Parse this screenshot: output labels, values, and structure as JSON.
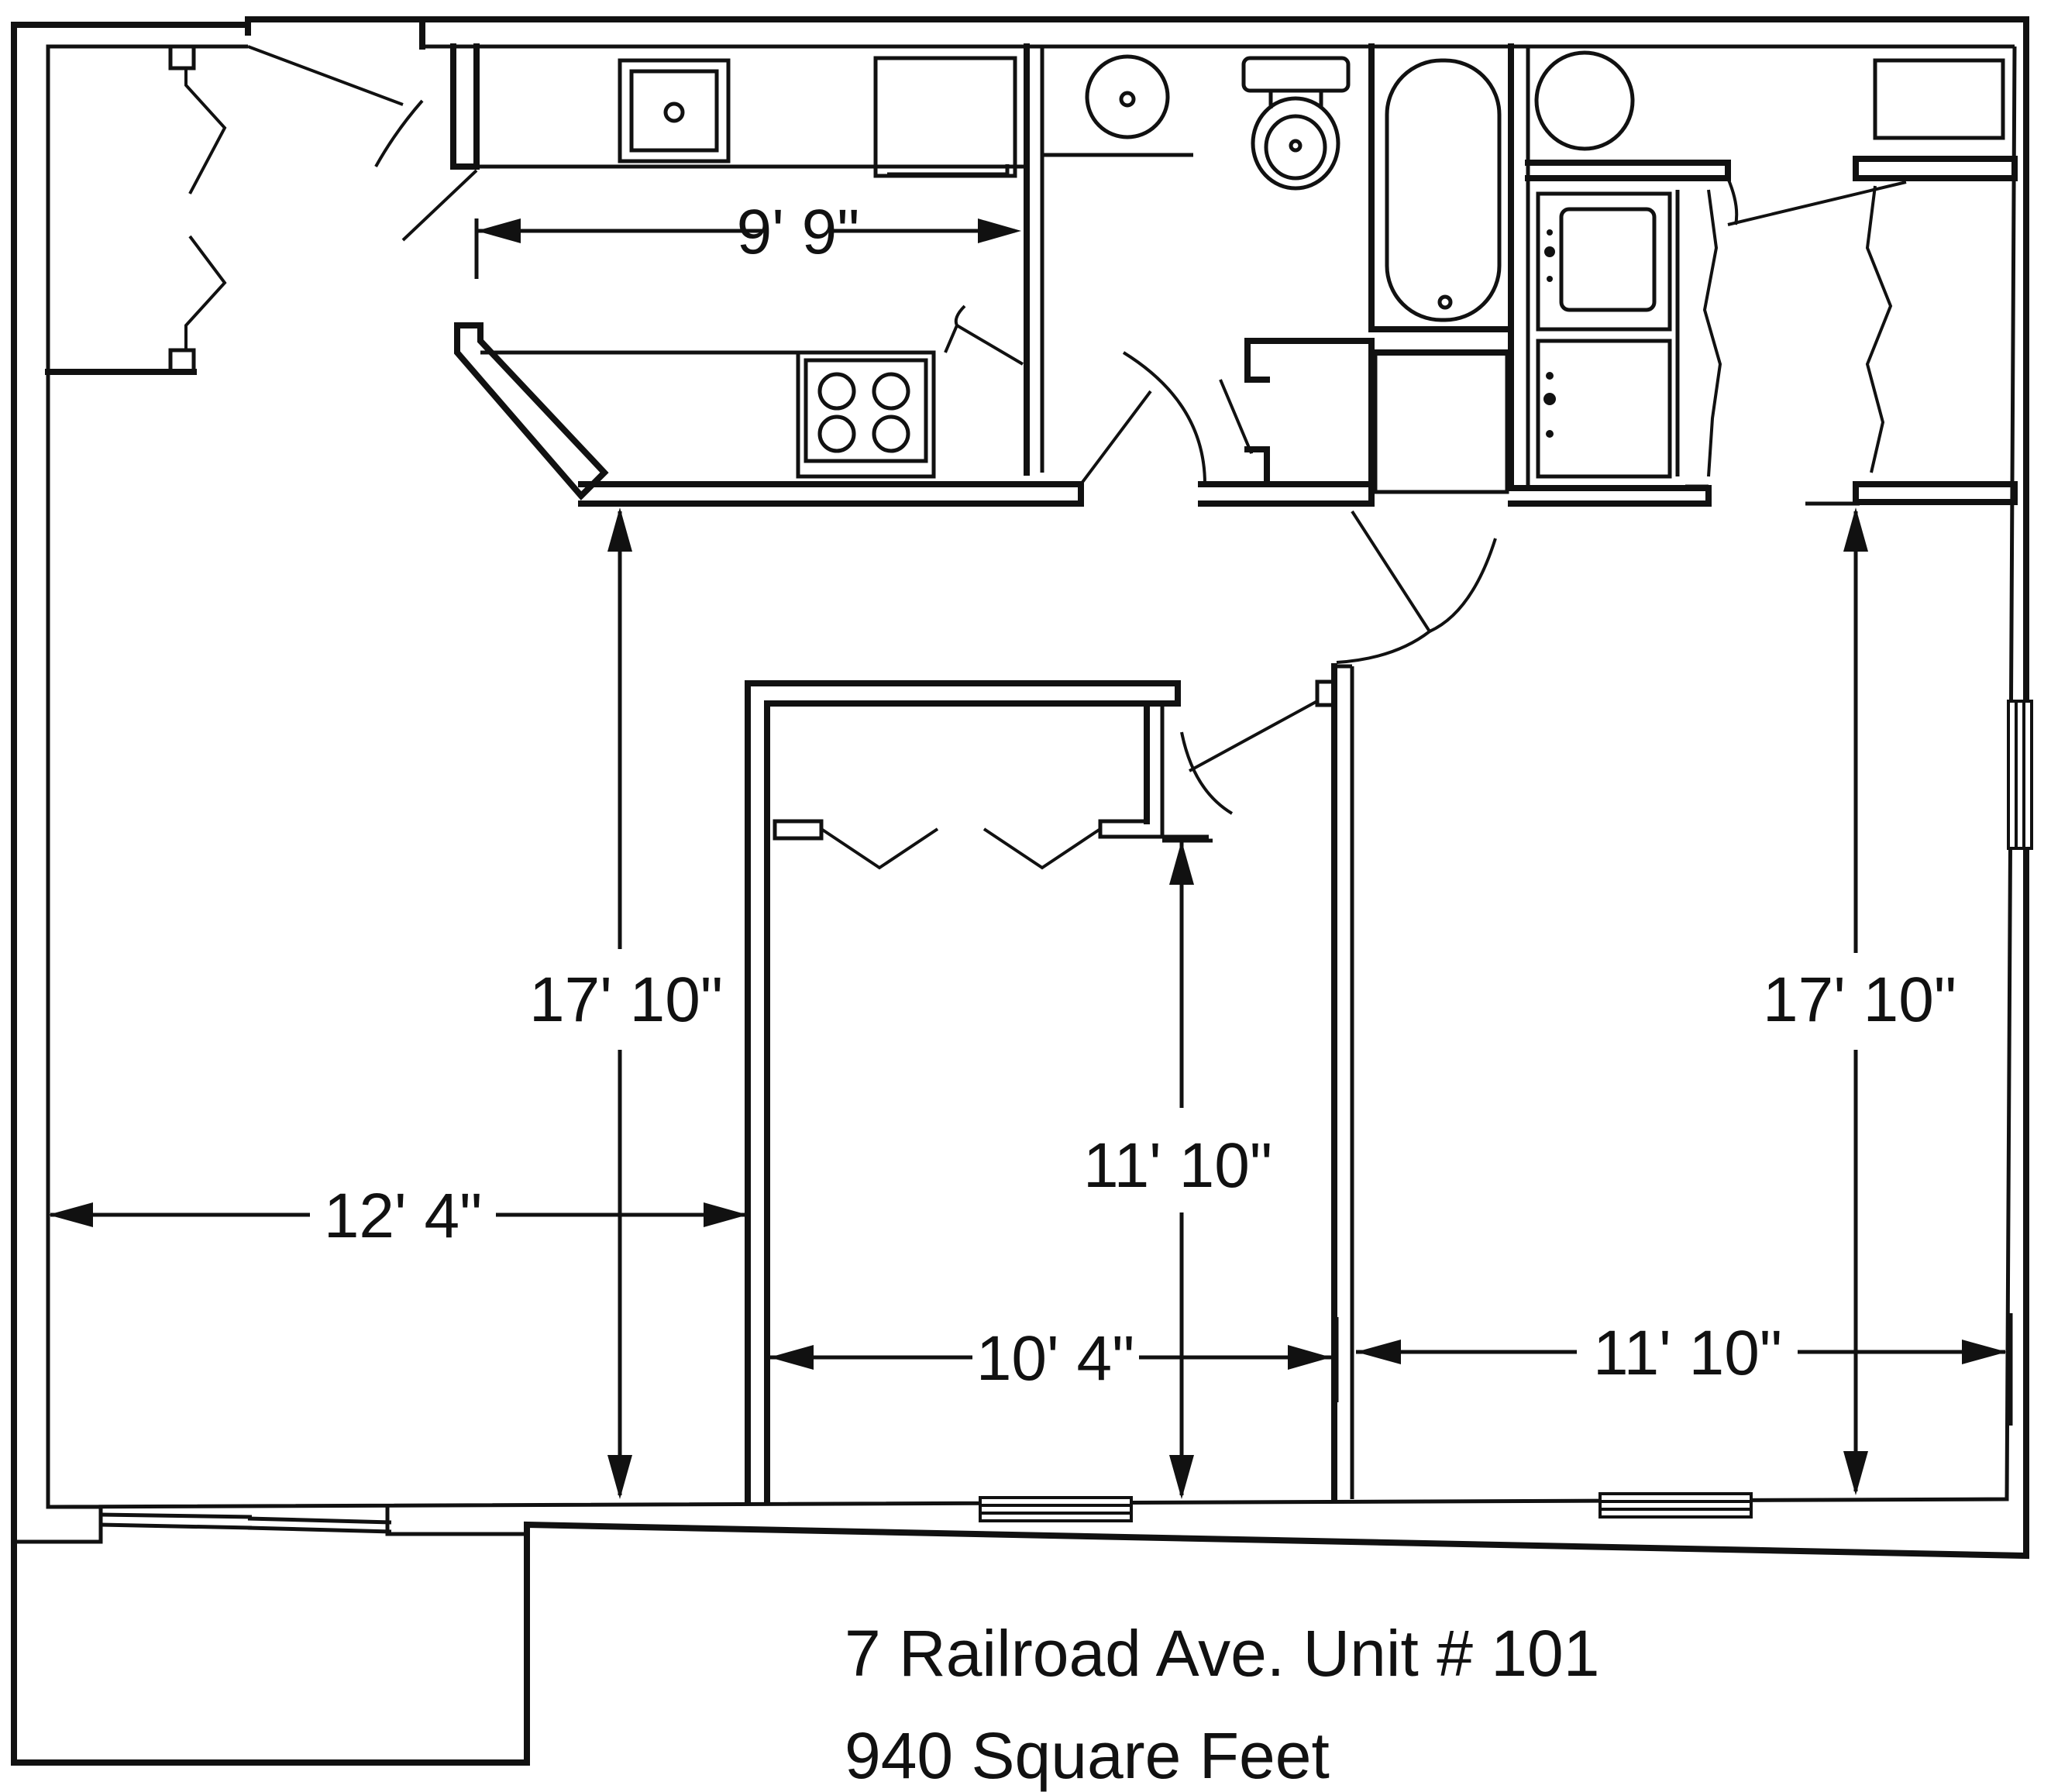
{
  "floorplan": {
    "dimensions": {
      "kitchen_width": "9' 9\"",
      "living_height": "17' 10\"",
      "living_width": "12' 4\"",
      "bedroom1_height": "11' 10\"",
      "bedroom1_width": "10' 4\"",
      "bedroom2_height": "17' 10\"",
      "bedroom2_width": "11' 10\""
    }
  },
  "caption": {
    "address": "7 Railroad Ave. Unit # 101",
    "area": "940 Square Feet"
  },
  "colors": {
    "line": "#111111",
    "background": "#ffffff"
  }
}
